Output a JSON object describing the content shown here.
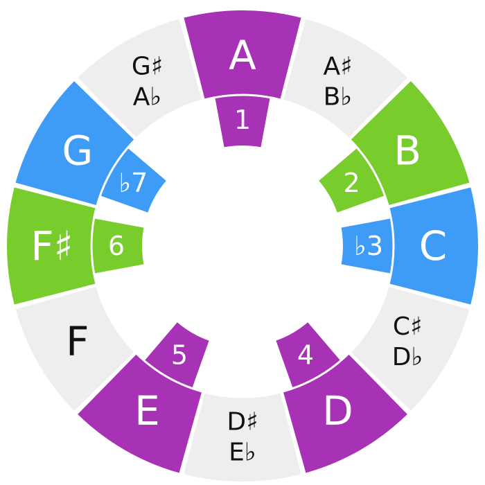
{
  "colors": {
    "root_fourth_fifth": "#a832b5",
    "green": "#78cc2c",
    "blue": "#3e9cf7",
    "neutral": "#eeeeee",
    "label_light": "#ffffff",
    "label_dark": "#111111"
  },
  "segments": [
    {
      "note": "A",
      "lines": [
        "A"
      ],
      "interval": "1",
      "color": "root_fourth_fifth"
    },
    {
      "note": "A#/Bb",
      "lines": [
        "A♯",
        "B♭"
      ],
      "interval": null,
      "color": "neutral"
    },
    {
      "note": "B",
      "lines": [
        "B"
      ],
      "interval": "2",
      "color": "green"
    },
    {
      "note": "C",
      "lines": [
        "C"
      ],
      "interval": "♭3",
      "color": "blue"
    },
    {
      "note": "C#/Db",
      "lines": [
        "C♯",
        "D♭"
      ],
      "interval": null,
      "color": "neutral"
    },
    {
      "note": "D",
      "lines": [
        "D"
      ],
      "interval": "4",
      "color": "root_fourth_fifth"
    },
    {
      "note": "D#/Eb",
      "lines": [
        "D♯",
        "E♭"
      ],
      "interval": null,
      "color": "neutral"
    },
    {
      "note": "E",
      "lines": [
        "E"
      ],
      "interval": "5",
      "color": "root_fourth_fifth"
    },
    {
      "note": "F",
      "lines": [
        "F"
      ],
      "interval": null,
      "color": "neutral"
    },
    {
      "note": "F#",
      "lines": [
        "F♯"
      ],
      "interval": "6",
      "color": "green"
    },
    {
      "note": "G",
      "lines": [
        "G"
      ],
      "interval": "♭7",
      "color": "blue"
    },
    {
      "note": "G#/Ab",
      "lines": [
        "G♯",
        "A♭"
      ],
      "interval": null,
      "color": "neutral"
    }
  ]
}
